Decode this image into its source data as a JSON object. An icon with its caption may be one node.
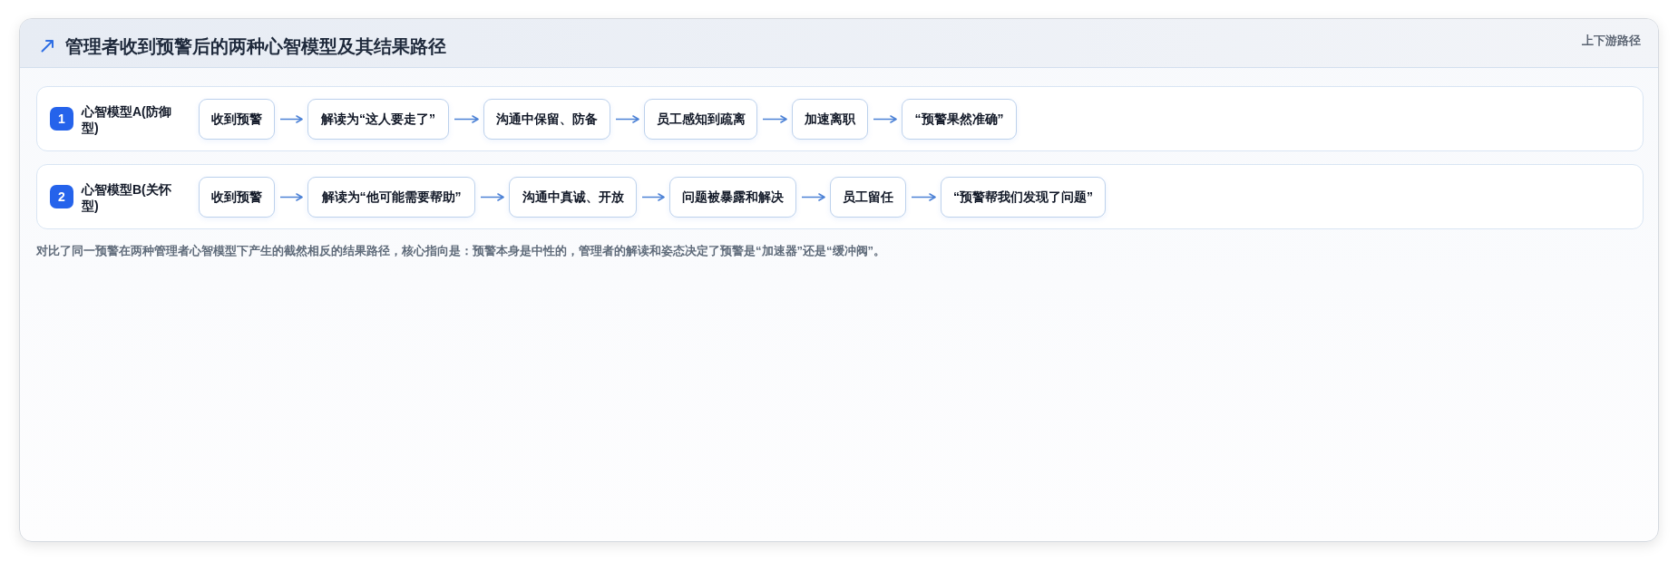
{
  "diagram": {
    "title": "管理者收到预警后的两种心智模型及其结果路径",
    "caption": "对比了同一预警在两种管理者心智模型下产生的截然相反的结果路径，核心指向是：预警本身是中性的，管理者的解读和姿态决定了预警是“加速器”还是“缓冲阀”。",
    "nodes": [
      {
        "text": [
          "心智模型A(防御型)"
        ]
      },
      {
        "text": [
          "1"
        ],
        "in": 0
      },
      {
        "text": [
          "收到预警"
        ],
        "in": 0
      },
      {
        "text": [
          "解读为“这人要走了”"
        ],
        "in": 0
      },
      {
        "text": [
          "沟通中保留、防备"
        ],
        "in": 0
      },
      {
        "text": [
          "员工感知到疏离"
        ],
        "in": 0
      },
      {
        "text": [
          "加速离职"
        ],
        "in": 0
      },
      {
        "text": [
          "“预警果然准确”"
        ],
        "in": 0
      },
      {
        "text": [
          "心智模型B(关怀型)"
        ]
      },
      {
        "text": [
          "2"
        ],
        "in": 8
      },
      {
        "text": [
          "收到预警"
        ],
        "in": 8
      },
      {
        "text": [
          "解读为“他可能需要帮助”"
        ],
        "in": 8
      },
      {
        "text": [
          "沟通中真诚、开放"
        ],
        "in": 8
      },
      {
        "text": [
          "问题被暴露和解决"
        ],
        "in": 8
      },
      {
        "text": [
          "员工留任"
        ],
        "in": 8
      },
      {
        "text": [
          "“预警帮我们发现了问题”"
        ],
        "in": 8
      }
    ],
    "edges": [
      {
        "from": 2,
        "to": 3,
        "arrow": "to"
      },
      {
        "from": 3,
        "to": 4,
        "arrow": "to"
      },
      {
        "from": 4,
        "to": 5,
        "arrow": "to"
      },
      {
        "from": 5,
        "to": 6,
        "arrow": "to"
      },
      {
        "from": 6,
        "to": 7,
        "arrow": "to"
      },
      {
        "from": 10,
        "to": 11,
        "arrow": "to"
      },
      {
        "from": 11,
        "to": 12,
        "arrow": "to"
      },
      {
        "from": 12,
        "to": 13,
        "arrow": "to"
      },
      {
        "from": 13,
        "to": 14,
        "arrow": "to"
      },
      {
        "from": 14,
        "to": 15,
        "arrow": "to"
      }
    ],
    "labels": [
      "上下游路径"
    ]
  }
}
